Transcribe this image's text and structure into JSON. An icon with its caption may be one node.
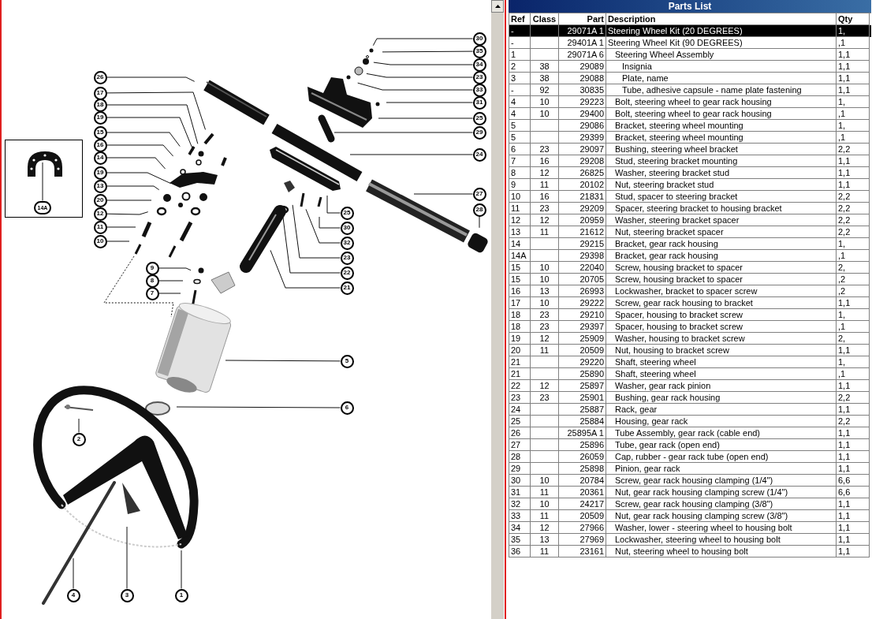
{
  "diagram": {
    "title": "Parts List",
    "nodes": [
      {
        "text": [],
        "shape": "box"
      },
      {
        "text": [
          "14A"
        ],
        "in": 0
      },
      {
        "text": [
          "26"
        ]
      },
      {
        "text": [
          "17"
        ]
      },
      {
        "text": [
          "18"
        ]
      },
      {
        "text": [
          "19"
        ]
      },
      {
        "text": [
          "15"
        ]
      },
      {
        "text": [
          "16"
        ]
      },
      {
        "text": [
          "14"
        ]
      },
      {
        "text": [
          "19"
        ]
      },
      {
        "text": [
          "13"
        ]
      },
      {
        "text": [
          "20"
        ]
      },
      {
        "text": [
          "12"
        ]
      },
      {
        "text": [
          "11"
        ]
      },
      {
        "text": [
          "10"
        ]
      },
      {
        "text": [
          "9"
        ]
      },
      {
        "text": [
          "8"
        ]
      },
      {
        "text": [
          "7"
        ]
      },
      {
        "text": [
          "30"
        ]
      },
      {
        "text": [
          "35"
        ]
      },
      {
        "text": [
          "34"
        ]
      },
      {
        "text": [
          "23"
        ]
      },
      {
        "text": [
          "33"
        ]
      },
      {
        "text": [
          "31"
        ]
      },
      {
        "text": [
          "25"
        ]
      },
      {
        "text": [
          "29"
        ]
      },
      {
        "text": [
          "24"
        ]
      },
      {
        "text": [
          "27"
        ]
      },
      {
        "text": [
          "28"
        ]
      },
      {
        "text": [
          "25"
        ]
      },
      {
        "text": [
          "30"
        ]
      },
      {
        "text": [
          "32"
        ]
      },
      {
        "text": [
          "23"
        ]
      },
      {
        "text": [
          "22"
        ]
      },
      {
        "text": [
          "21"
        ]
      },
      {
        "text": [
          "5"
        ]
      },
      {
        "text": [
          "6"
        ]
      },
      {
        "text": [
          "2"
        ]
      },
      {
        "text": [
          "4"
        ]
      },
      {
        "text": [
          "3"
        ]
      },
      {
        "text": [
          "1"
        ]
      }
    ],
    "edges": [
      {
        "from": 1,
        "to": null,
        "arrow": "none"
      },
      {
        "from": 2,
        "to": null,
        "arrow": "none"
      },
      {
        "from": 3,
        "to": null,
        "arrow": "none"
      },
      {
        "from": 4,
        "to": null,
        "arrow": "none"
      },
      {
        "from": 5,
        "to": null,
        "arrow": "none"
      },
      {
        "from": 6,
        "to": null,
        "arrow": "none"
      },
      {
        "from": 7,
        "to": null,
        "arrow": "none"
      },
      {
        "from": 8,
        "to": null,
        "arrow": "none"
      },
      {
        "from": 9,
        "to": null,
        "arrow": "none"
      },
      {
        "from": 10,
        "to": null,
        "arrow": "none"
      },
      {
        "from": 11,
        "to": null,
        "arrow": "none"
      },
      {
        "from": 12,
        "to": null,
        "arrow": "none"
      },
      {
        "from": 13,
        "to": null,
        "arrow": "none"
      },
      {
        "from": 14,
        "to": null,
        "arrow": "none"
      },
      {
        "from": 15,
        "to": null,
        "arrow": "none"
      },
      {
        "from": 16,
        "to": null,
        "arrow": "none"
      },
      {
        "from": 17,
        "to": null,
        "arrow": "none"
      },
      {
        "from": 18,
        "to": null,
        "arrow": "none"
      },
      {
        "from": 19,
        "to": null,
        "arrow": "none"
      },
      {
        "from": 20,
        "to": null,
        "arrow": "none"
      },
      {
        "from": 21,
        "to": null,
        "arrow": "none"
      },
      {
        "from": 22,
        "to": null,
        "arrow": "none"
      },
      {
        "from": 23,
        "to": null,
        "arrow": "none"
      },
      {
        "from": 24,
        "to": null,
        "arrow": "none"
      },
      {
        "from": 25,
        "to": null,
        "arrow": "none"
      },
      {
        "from": 26,
        "to": null,
        "arrow": "none"
      },
      {
        "from": 27,
        "to": null,
        "arrow": "none"
      },
      {
        "from": 28,
        "to": null,
        "arrow": "none"
      },
      {
        "from": 29,
        "to": null,
        "arrow": "none"
      },
      {
        "from": 30,
        "to": null,
        "arrow": "none"
      },
      {
        "from": 31,
        "to": null,
        "arrow": "none"
      },
      {
        "from": 32,
        "to": null,
        "arrow": "none"
      },
      {
        "from": 33,
        "to": null,
        "arrow": "none"
      },
      {
        "from": 34,
        "to": null,
        "arrow": "none"
      },
      {
        "from": 35,
        "to": null,
        "arrow": "none"
      },
      {
        "from": 36,
        "to": null,
        "arrow": "none"
      },
      {
        "from": 37,
        "to": null,
        "arrow": "none"
      },
      {
        "from": 38,
        "to": null,
        "arrow": "none"
      },
      {
        "from": 39,
        "to": null,
        "arrow": "none"
      },
      {
        "from": 40,
        "to": null,
        "arrow": "none"
      }
    ],
    "labels": [
      "Ref",
      "Class",
      "Part",
      "Description",
      "Qty",
      "-",
      "29071A 1",
      "Steering Wheel Kit (20 DEGREES)",
      "1,",
      "-",
      "29401A 1",
      "Steering Wheel Kit (90 DEGREES)",
      ",1",
      "1",
      "29071A 6",
      "Steering Wheel Assembly",
      "1,1",
      "2",
      "38",
      "29089",
      "Insignia",
      "1,1",
      "3",
      "38",
      "29088",
      "Plate, name",
      "1,1",
      "-",
      "92",
      "30835",
      "Tube, adhesive capsule - name plate fastening",
      "1,1",
      "4",
      "10",
      "29223",
      "Bolt, steering wheel to gear rack housing",
      "1,",
      "4",
      "10",
      "29400",
      "Bolt, steering wheel to gear rack housing",
      ",1",
      "5",
      "29086",
      "Bracket, steering wheel mounting",
      "1,",
      "5",
      "29399",
      "Bracket, steering wheel mounting",
      ",1",
      "6",
      "23",
      "29097",
      "Bushing, steering wheel bracket",
      "2,2",
      "7",
      "16",
      "29208",
      "Stud, steering bracket mounting",
      "1,1",
      "8",
      "12",
      "26825",
      "Washer, steering bracket stud",
      "1,1",
      "9",
      "11",
      "20102",
      "Nut, steering bracket stud",
      "1,1",
      "10",
      "16",
      "21831",
      "Stud, spacer to steering bracket",
      "2,2",
      "11",
      "23",
      "29209",
      "Spacer, steering bracket to housing bracket",
      "2,2",
      "12",
      "12",
      "20959",
      "Washer, steering bracket spacer",
      "2,2",
      "13",
      "11",
      "21612",
      "Nut, steering bracket spacer",
      "2,2",
      "14",
      "29215",
      "Bracket, gear rack housing",
      "1,",
      "14A",
      "29398",
      "Bracket, gear rack housing",
      ",1",
      "15",
      "10",
      "22040",
      "Screw, housing bracket to spacer",
      "2,",
      "15",
      "10",
      "20705",
      "Screw, housing bracket to spacer",
      ",2",
      "16",
      "13",
      "26993",
      "Lockwasher, bracket to spacer screw",
      ",2",
      "17",
      "10",
      "29222",
      "Screw, gear rack housing to bracket",
      "1,1",
      "18",
      "23",
      "29210",
      "Spacer, housing to bracket screw",
      "1,",
      "18",
      "23",
      "29397",
      "Spacer, housing to bracket screw",
      ",1",
      "19",
      "12",
      "25909",
      "Washer, housing to bracket screw",
      "2,",
      "20",
      "11",
      "20509",
      "Nut, housing to bracket screw",
      "1,1",
      "21",
      "29220",
      "Shaft, steering wheel",
      "1,",
      "21",
      "25890",
      "Shaft, steering wheel",
      ",1",
      "22",
      "12",
      "25897",
      "Washer, gear rack pinion",
      "1,1",
      "23",
      "23",
      "25901",
      "Bushing, gear rack housing",
      "2,2",
      "24",
      "25887",
      "Rack, gear",
      "1,1",
      "25",
      "25884",
      "Housing, gear rack",
      "2,2",
      "26",
      "25895A 1",
      "Tube Assembly, gear rack (cable end)",
      "1,1",
      "27",
      "25896",
      "Tube, gear rack (open end)",
      "1,1",
      "28",
      "26059",
      "Cap, rubber - gear rack tube (open end)",
      "1,1",
      "29",
      "25898",
      "Pinion, gear rack",
      "1,1",
      "30",
      "10",
      "20784",
      "Screw, gear rack housing clamping (1/4\")",
      "6,6",
      "31",
      "11",
      "20361",
      "Nut, gear rack housing clamping screw (1/4\")",
      "6,6",
      "32",
      "10",
      "24217",
      "Screw, gear rack housing clamping (3/8\")",
      "1,1",
      "33",
      "11",
      "20509",
      "Nut, gear rack housing clamping screw (3/8\")",
      "1,1",
      "34",
      "12",
      "27966",
      "Washer, lower - steering wheel to housing bolt",
      "1,1",
      "35",
      "13",
      "27969",
      "Lockwasher, steering wheel to housing bolt",
      "1,1",
      "36",
      "11",
      "23161",
      "Nut, steering wheel to housing bolt",
      "1,1"
    ]
  }
}
